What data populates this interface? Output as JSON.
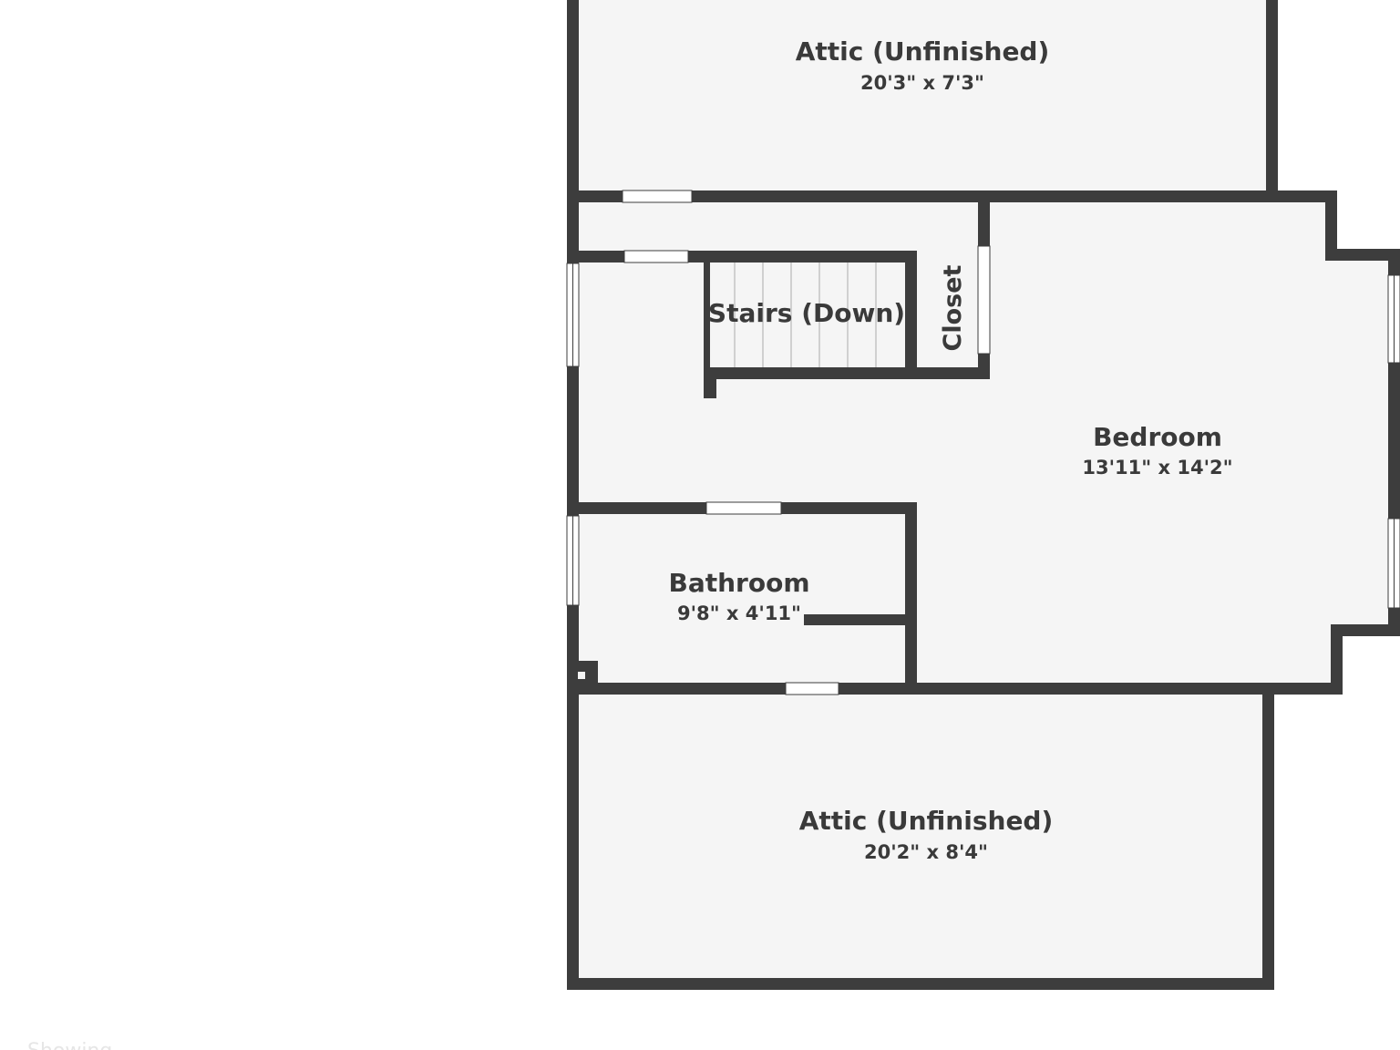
{
  "colors": {
    "wall": "#3d3d3d",
    "floor": "#f5f5f5",
    "opening": "#ffffff",
    "stair_line": "#c4c4c4",
    "text": "#3a3a3a",
    "watermark": "#e6e6e6",
    "background": "#ffffff"
  },
  "rooms": {
    "attic_top": {
      "name": "Attic (Unfinished)",
      "dims": "20'3\" x 7'3\""
    },
    "stairs": {
      "name": "Stairs (Down)"
    },
    "closet": {
      "name": "Closet"
    },
    "bedroom": {
      "name": "Bedroom",
      "dims": "13'11\" x 14'2\""
    },
    "bathroom": {
      "name": "Bathroom",
      "dims": "9'8\" x 4'11\""
    },
    "attic_bottom": {
      "name": "Attic (Unfinished)",
      "dims": "20'2\" x 8'4\""
    }
  },
  "watermark": {
    "text": "Showing"
  }
}
